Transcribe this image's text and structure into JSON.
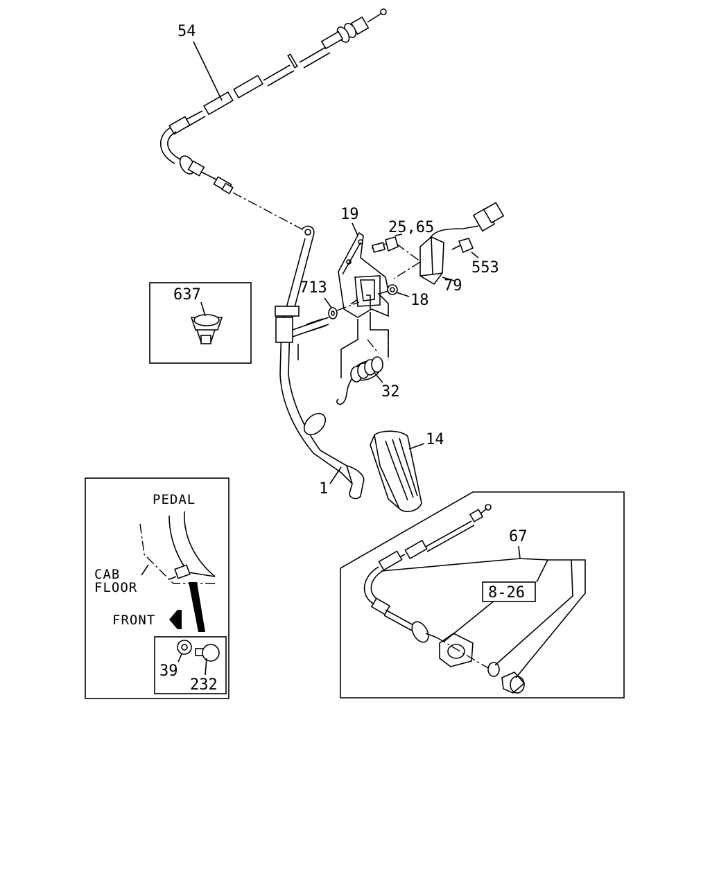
{
  "diagram": {
    "callouts": {
      "c54": "54",
      "c19": "19",
      "c2565": "25,65",
      "c553": "553",
      "c79": "79",
      "c18": "18",
      "c713": "713",
      "c637": "637",
      "c32": "32",
      "c14": "14",
      "c1": "1",
      "c67": "67",
      "c826": "8-26",
      "c39": "39",
      "c232": "232"
    },
    "inset_left": {
      "pedal": "PEDAL",
      "cab": "CAB",
      "floor": "FLOOR",
      "front": "FRONT"
    }
  }
}
